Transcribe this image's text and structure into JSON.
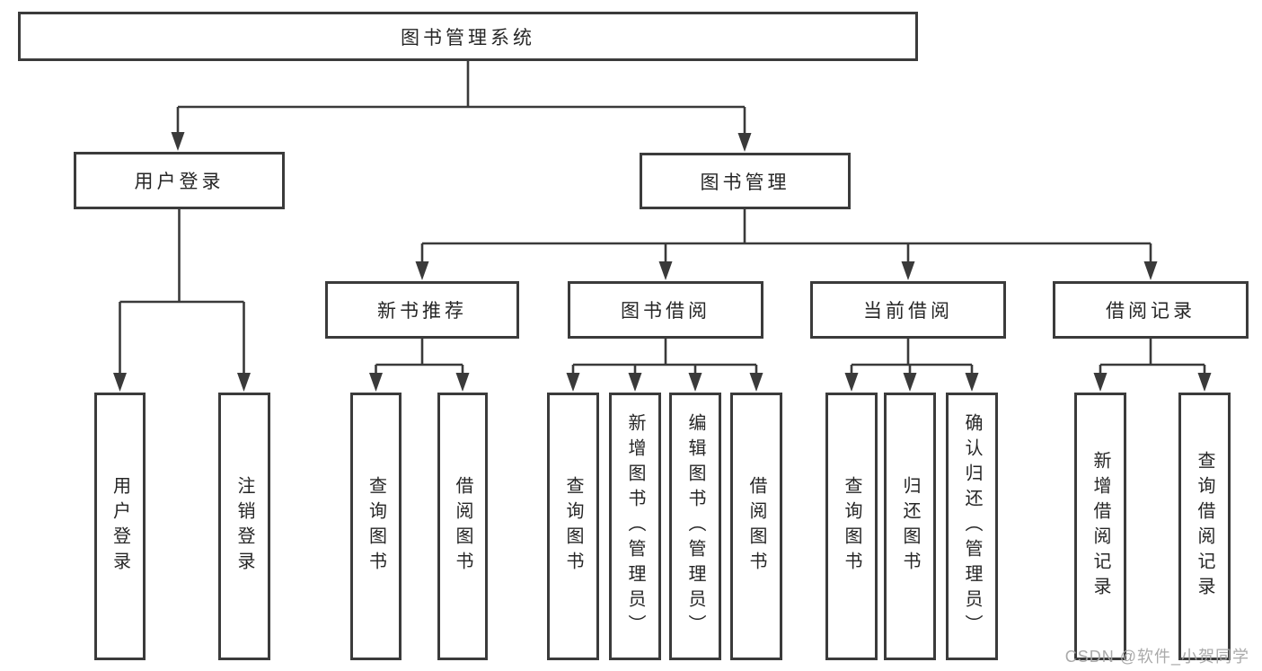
{
  "tree": {
    "label": "图书管理系统",
    "children": [
      {
        "label": "用户登录",
        "children": [
          {
            "label": "用户登录"
          },
          {
            "label": "注销登录"
          }
        ]
      },
      {
        "label": "图书管理",
        "children": [
          {
            "label": "新书推荐",
            "children": [
              {
                "label": "查询图书"
              },
              {
                "label": "借阅图书"
              }
            ]
          },
          {
            "label": "图书借阅",
            "children": [
              {
                "label": "查询图书"
              },
              {
                "label": "新增图书（管理员）"
              },
              {
                "label": "编辑图书（管理员）"
              },
              {
                "label": "借阅图书"
              }
            ]
          },
          {
            "label": "当前借阅",
            "children": [
              {
                "label": "查询图书"
              },
              {
                "label": "归还图书"
              },
              {
                "label": "确认归还（管理员）"
              }
            ]
          },
          {
            "label": "借阅记录",
            "children": [
              {
                "label": "新增借阅记录"
              },
              {
                "label": "查询借阅记录"
              }
            ]
          }
        ]
      }
    ]
  },
  "colors": {
    "line": "#3a3a3a",
    "border": "#3b3b3b",
    "text": "#262626",
    "watermark": "#a5a5a5"
  },
  "watermark": "CSDN @软件_小贺同学"
}
